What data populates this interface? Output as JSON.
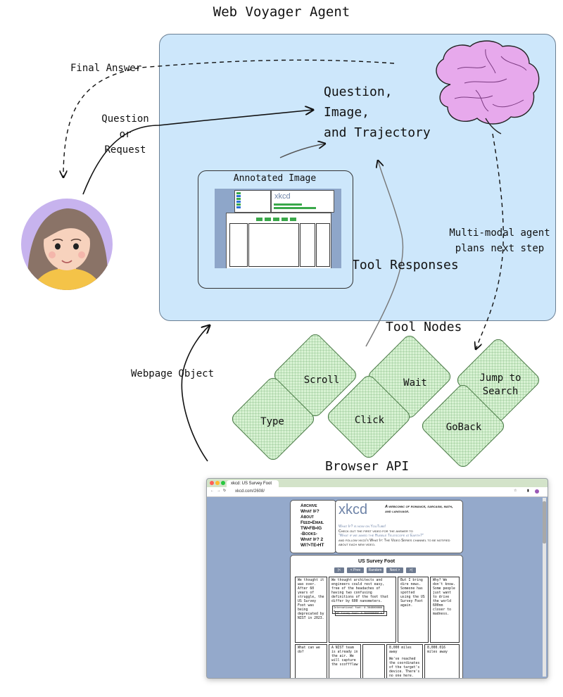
{
  "diagram": {
    "title": "Web Voyager Agent",
    "agent_input": [
      "Question,",
      "Image,",
      "and Trajectory"
    ],
    "final_answer": "Final Answer",
    "question_request": [
      "Question",
      "or",
      "Request"
    ],
    "multimodal_label": [
      "Multi-modal agent",
      "plans next step"
    ],
    "webpage_object": "Webpage Object",
    "tool_responses": "Tool Responses",
    "tool_nodes": "Tool Nodes",
    "browser_api": "Browser API",
    "annotated_image": "Annotated Image",
    "tools": [
      {
        "label": "Scroll"
      },
      {
        "label": "Wait"
      },
      {
        "label": "Jump to Search"
      },
      {
        "label": "Type"
      },
      {
        "label": "Click"
      },
      {
        "label": "GoBack"
      }
    ]
  },
  "browser": {
    "tab_title": "xkcd: US Survey Foot",
    "url": "xkcd.com/2608/",
    "nav_links": [
      "Archive",
      "What If?",
      "About",
      "Feed•Email",
      "TW•FB•IG",
      "-Books-",
      "What If? 2",
      "WI?•TE•HT"
    ],
    "logo": "xkcd",
    "tagline": "A webcomic of romance, sarcasm, math, and language.",
    "news": [
      "What If? is now on YouTube!",
      "Check out the first video for the answer to",
      "\"What if we aimed the Hubble Telescope at Earth?\"",
      "and follow xkcd's What If: The Video Series channel to be notified about each new video."
    ],
    "comic_title": "US Survey Foot",
    "comic_buttons": [
      "|<",
      "< Prev",
      "Random",
      "Next >",
      ">|"
    ],
    "panels": [
      "We thought it was over. After 60 years of struggle, the US Survey Foot was being deprecated by NIST in 2023.",
      "We thought architects and engineers could rest easy, free of the headaches of having two confusing definitions of the foot that differ by 600 nanometers.",
      "But I bring dire news. Someone has spotted using the US Survey Foot again.",
      "Why? We don't know. Some people just want to drive the world 600nm closer to madness.",
      "What can we do?",
      "A NIST team is already in the air. We will capture the scoffflaw",
      "8,000 miles away",
      "We've reached the coordinates of the target's device. There's no one here.",
      "8,000.016 miles away"
    ],
    "panel_inner_labels": [
      "International foot: 0.3048000000 m",
      "US Survey foot: 0.3048006096 m"
    ]
  },
  "colors": {
    "agent_panel": "#cde7fb",
    "brain": "#e7a9ec",
    "tool_node": "#d8f2d3",
    "avatar_bg": "#c7b3ee",
    "browser_bg": "#94a9cb"
  }
}
